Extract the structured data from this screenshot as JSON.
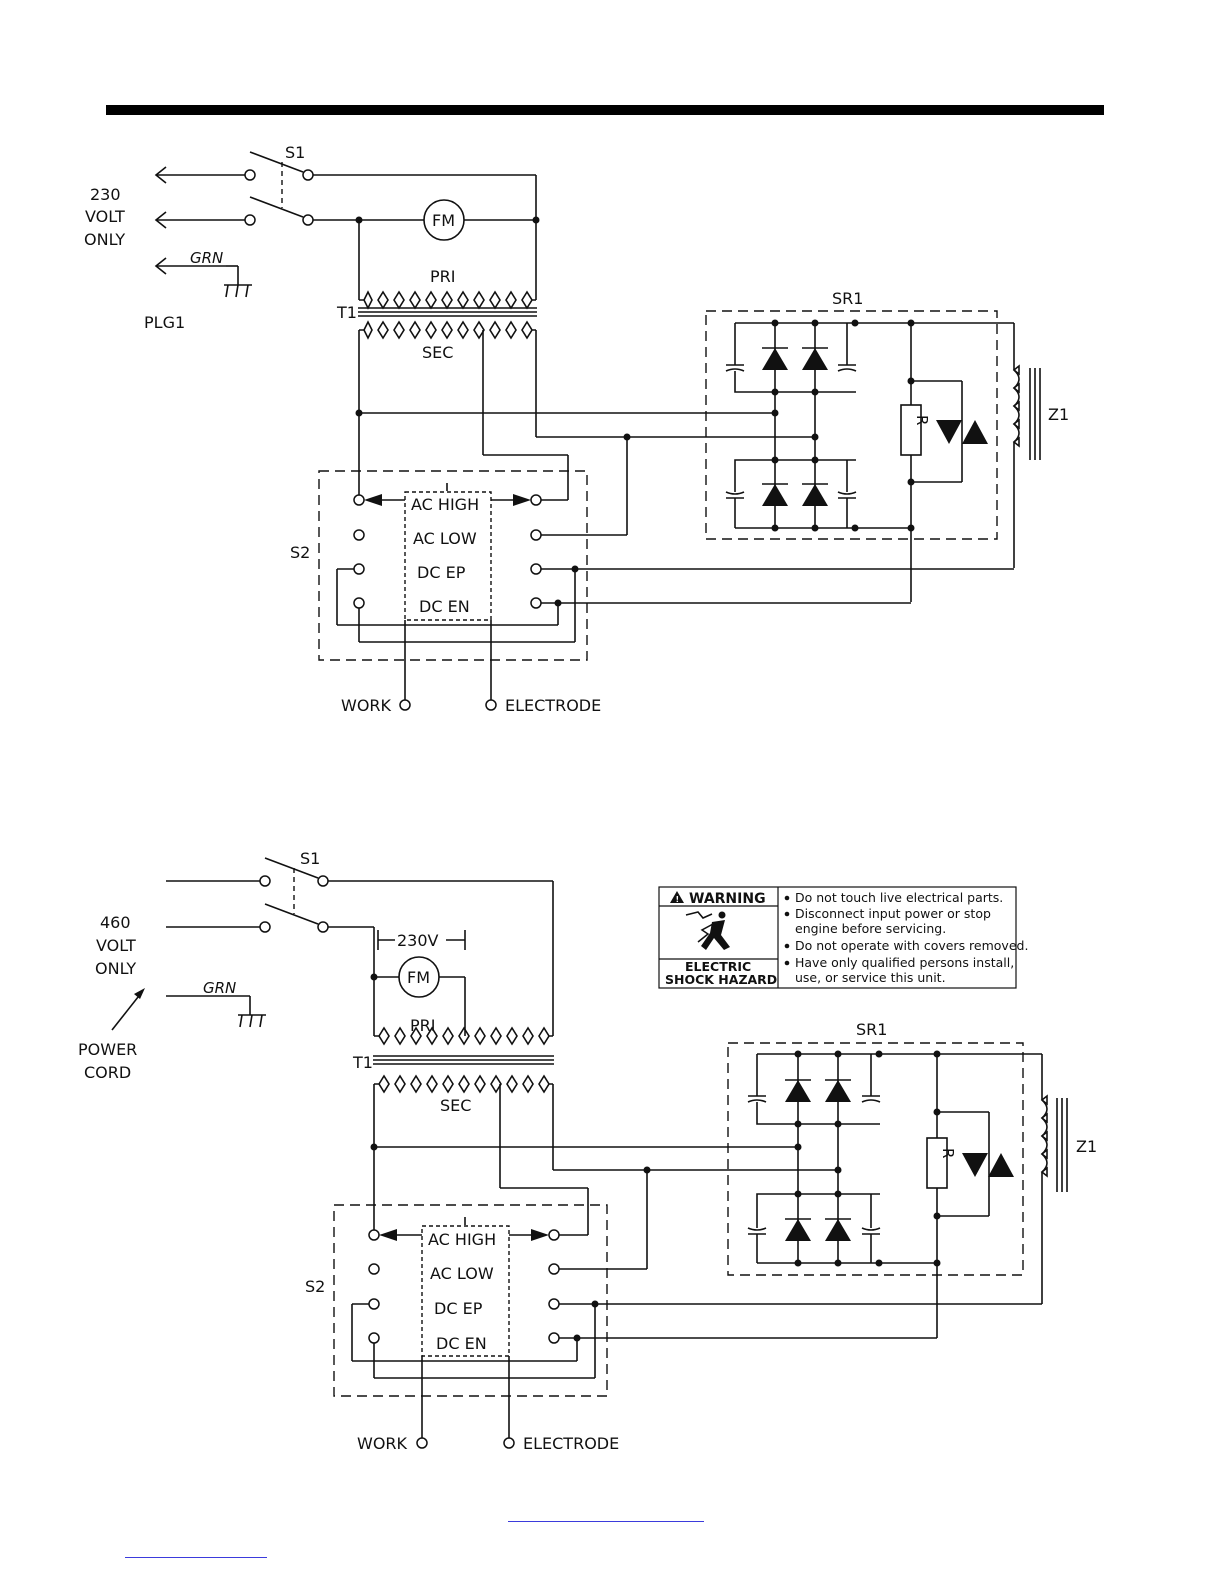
{
  "diagram_top": {
    "supply_label_1": "230",
    "supply_label_2": "VOLT",
    "supply_label_3": "ONLY",
    "ground_label": "GRN",
    "plug_label": "PLG1",
    "switch_label": "S1",
    "fan_motor_label": "FM",
    "primary_label": "PRI",
    "transformer_label": "T1",
    "secondary_label": "SEC",
    "rectifier_label": "SR1",
    "resistor_label": "R",
    "reactor_label": "Z1",
    "range_switch_label": "S2",
    "range_ac_high": "AC  HIGH",
    "range_ac_low": "AC  LOW",
    "range_dc_ep": "DC  EP",
    "range_dc_en": "DC  EN",
    "work_label": "WORK",
    "electrode_label": "ELECTRODE"
  },
  "diagram_bottom": {
    "supply_label_1": "460",
    "supply_label_2": "VOLT",
    "supply_label_3": "ONLY",
    "ground_label": "GRN",
    "cord_label_1": "POWER",
    "cord_label_2": "CORD",
    "switch_label": "S1",
    "tap_label": "230V",
    "fan_motor_label": "FM",
    "primary_label": "PRI",
    "transformer_label": "T1",
    "secondary_label": "SEC",
    "rectifier_label": "SR1",
    "resistor_label": "R",
    "reactor_label": "Z1",
    "range_switch_label": "S2",
    "range_ac_high": "AC  HIGH",
    "range_ac_low": "AC  LOW",
    "range_dc_ep": "DC  EP",
    "range_dc_en": "DC  EN",
    "work_label": "WORK",
    "electrode_label": "ELECTRODE"
  },
  "warning_label": {
    "title": "WARNING",
    "hazard_line_1": "ELECTRIC",
    "hazard_line_2": "SHOCK HAZARD",
    "items": [
      "Do not touch live electrical parts.",
      "Disconnect input power or stop",
      "engine before servicing.",
      "Do not operate with covers removed.",
      "Have only qualified persons install,",
      "use, or service this unit."
    ]
  },
  "colors": {
    "ink": "#111111",
    "link_underline": "#3b3bdc"
  },
  "icons": [
    "warning-triangle-icon",
    "electric-shock-icon",
    "ground-symbol-icon",
    "arrow-left-icon"
  ]
}
